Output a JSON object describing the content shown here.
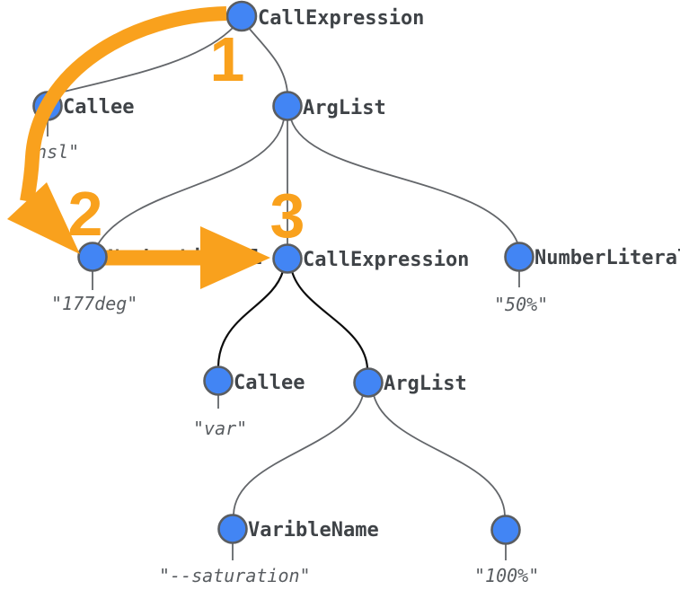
{
  "figure": {
    "type": "ast-tree-diagram",
    "colors": {
      "node_fill": "#4285F4",
      "node_stroke": "#5a5d61",
      "edge_gray": "#63666a",
      "edge_black": "#0d0d0d",
      "label_color": "#3f4347",
      "value_color": "#595d61",
      "arrow_orange": "#F9A11D",
      "bg": "#ffffff"
    },
    "nodes": {
      "call_expression_root": {
        "label": "CallExpression"
      },
      "callee_hsl": {
        "label": "Callee",
        "value": "\"hsl\""
      },
      "arg_list_hsl": {
        "label": "ArgList"
      },
      "number_literal_177": {
        "label": "NumberLiteral",
        "value": "\"177deg\""
      },
      "call_expression_var": {
        "label": "CallExpression"
      },
      "number_literal_50": {
        "label": "NumberLiteral",
        "value": "\"50%\""
      },
      "callee_var": {
        "label": "Callee",
        "value": "\"var\""
      },
      "arg_list_var": {
        "label": "ArgList"
      },
      "varible_name": {
        "label": "VaribleName",
        "value": "\"--saturation\""
      },
      "number_literal_100": {
        "value": "\"100%\""
      }
    },
    "traversal_steps": {
      "step1": "1",
      "step2": "2",
      "step3": "3"
    }
  }
}
